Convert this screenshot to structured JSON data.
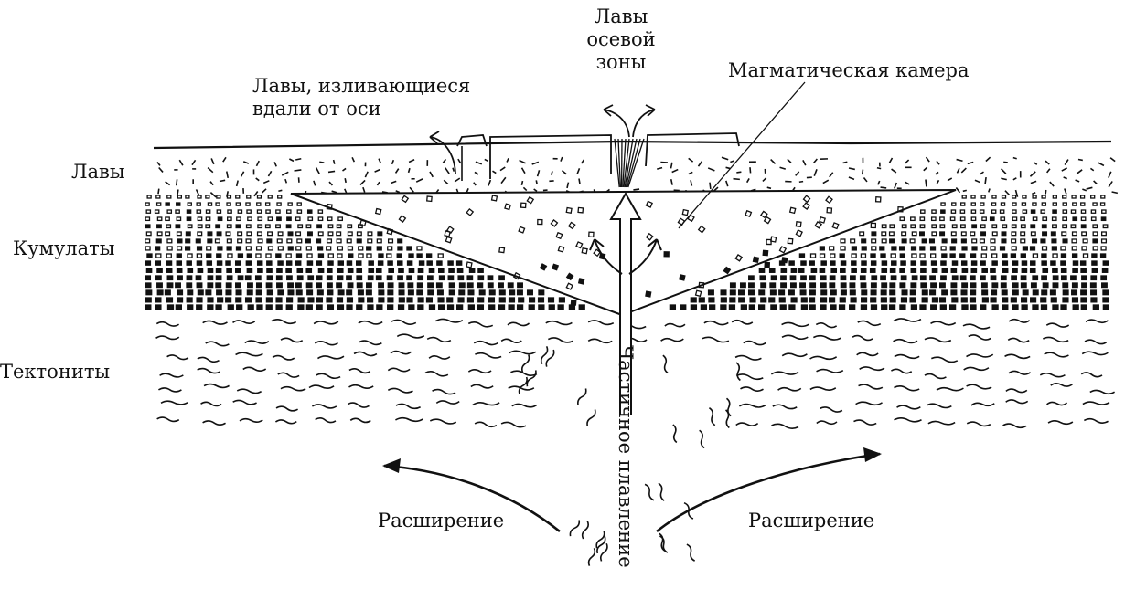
{
  "diagram": {
    "labels": {
      "axial_lavas": "Лавы\nосевой\nзоны",
      "off_axis_lavas": "Лавы, изливающиеся\nвдали от оси",
      "magma_chamber": "Магматическая камера",
      "lavas": "Лавы",
      "cumulates": "Кумулаты",
      "tectonites": "Тектониты",
      "spreading_left": "Расширение",
      "spreading_right": "Расширение",
      "partial_melting": "Частичное плавление"
    },
    "colors": {
      "ink": "#111111",
      "background": "#ffffff"
    }
  }
}
